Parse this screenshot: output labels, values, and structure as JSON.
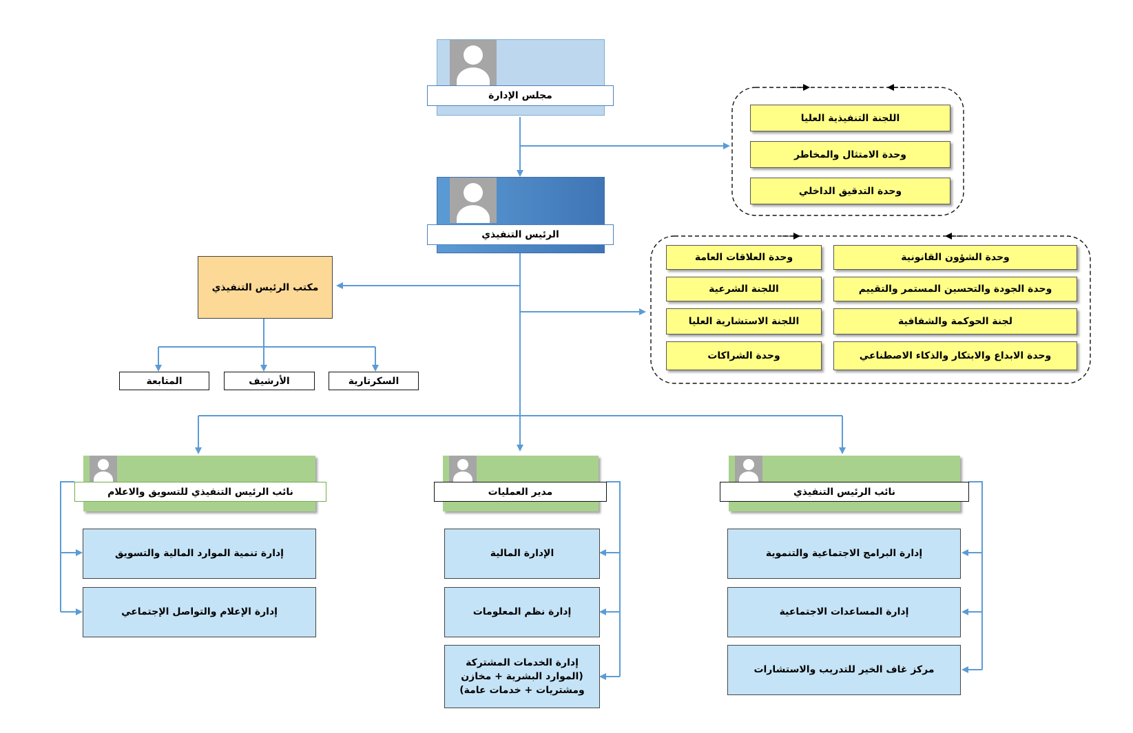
{
  "board": {
    "title": "مجلس الإدارة"
  },
  "board_committees": [
    "اللجنة التنفيذية العليا",
    "وحدة الامتثال والمخاطر",
    "وحدة التدقيق الداخلي"
  ],
  "ceo": {
    "title": "الرئيس التنفيذي"
  },
  "ceo_units_right": [
    "وحدة الشؤون القانونية",
    "وحدة الجودة والتحسين المستمر والتقييم",
    "لجنة الحوكمة والشفافية",
    "وحدة الابداع والابتكار والذكاء الاصطناعي"
  ],
  "ceo_units_left": [
    "وحدة العلاقات العامة",
    "اللجنة الشرعية",
    "اللجنة الاستشارية العليا",
    "وحدة الشراكات"
  ],
  "ceo_office": {
    "title": "مكتب الرئيس التنفيذي",
    "children": [
      "المتابعة",
      "الأرشيف",
      "السكرتارية"
    ]
  },
  "managers": [
    {
      "title": "نائب الرئيس التنفيذي للتسويق والاعلام",
      "departments": [
        "إدارة تنمية الموارد المالية والتسويق",
        "إدارة الإعلام والتواصل الإجتماعي"
      ]
    },
    {
      "title": "مدير العمليات",
      "departments": [
        "الإدارة المالية",
        "إدارة نظم المعلومات",
        "إدارة الخدمات المشتركة\n(الموارد البشرية + مخازن\nومشتريات + خدمات عامة)"
      ]
    },
    {
      "title": "نائب الرئيس التنفيذي",
      "departments": [
        "إدارة البرامج الاجتماعية والتنموية",
        "إدارة المساعدات الاجتماعية",
        "مركز غاف الخير للتدريب والاستشارات"
      ]
    }
  ],
  "colors": {
    "connector": "#5b9bd5",
    "committee_fill": "#ffff88",
    "department_fill": "#c5e3f6",
    "office_fill": "#fcd997",
    "manager_band": "#a9d18e"
  }
}
